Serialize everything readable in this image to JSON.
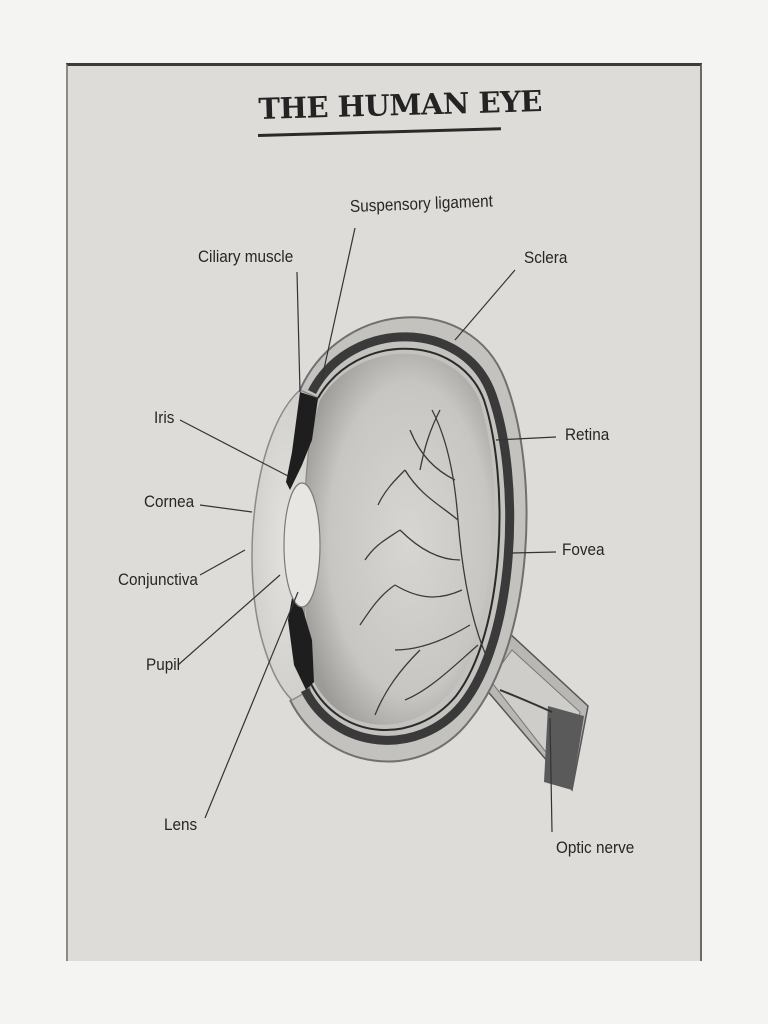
{
  "title": "THE HUMAN EYE",
  "labels": {
    "suspensory_ligament": "Suspensory ligament",
    "ciliary_muscle": "Ciliary muscle",
    "sclera": "Sclera",
    "iris": "Iris",
    "retina": "Retina",
    "cornea": "Cornea",
    "fovea": "Fovea",
    "conjunctiva": "Conjunctiva",
    "pupil": "Pupil",
    "lens": "Lens",
    "optic_nerve": "Optic nerve"
  },
  "colors": {
    "paper": "#dedcd8",
    "ink": "#262626",
    "choroid": "#3a3a3a",
    "vitreous": "#c9c7c3"
  }
}
